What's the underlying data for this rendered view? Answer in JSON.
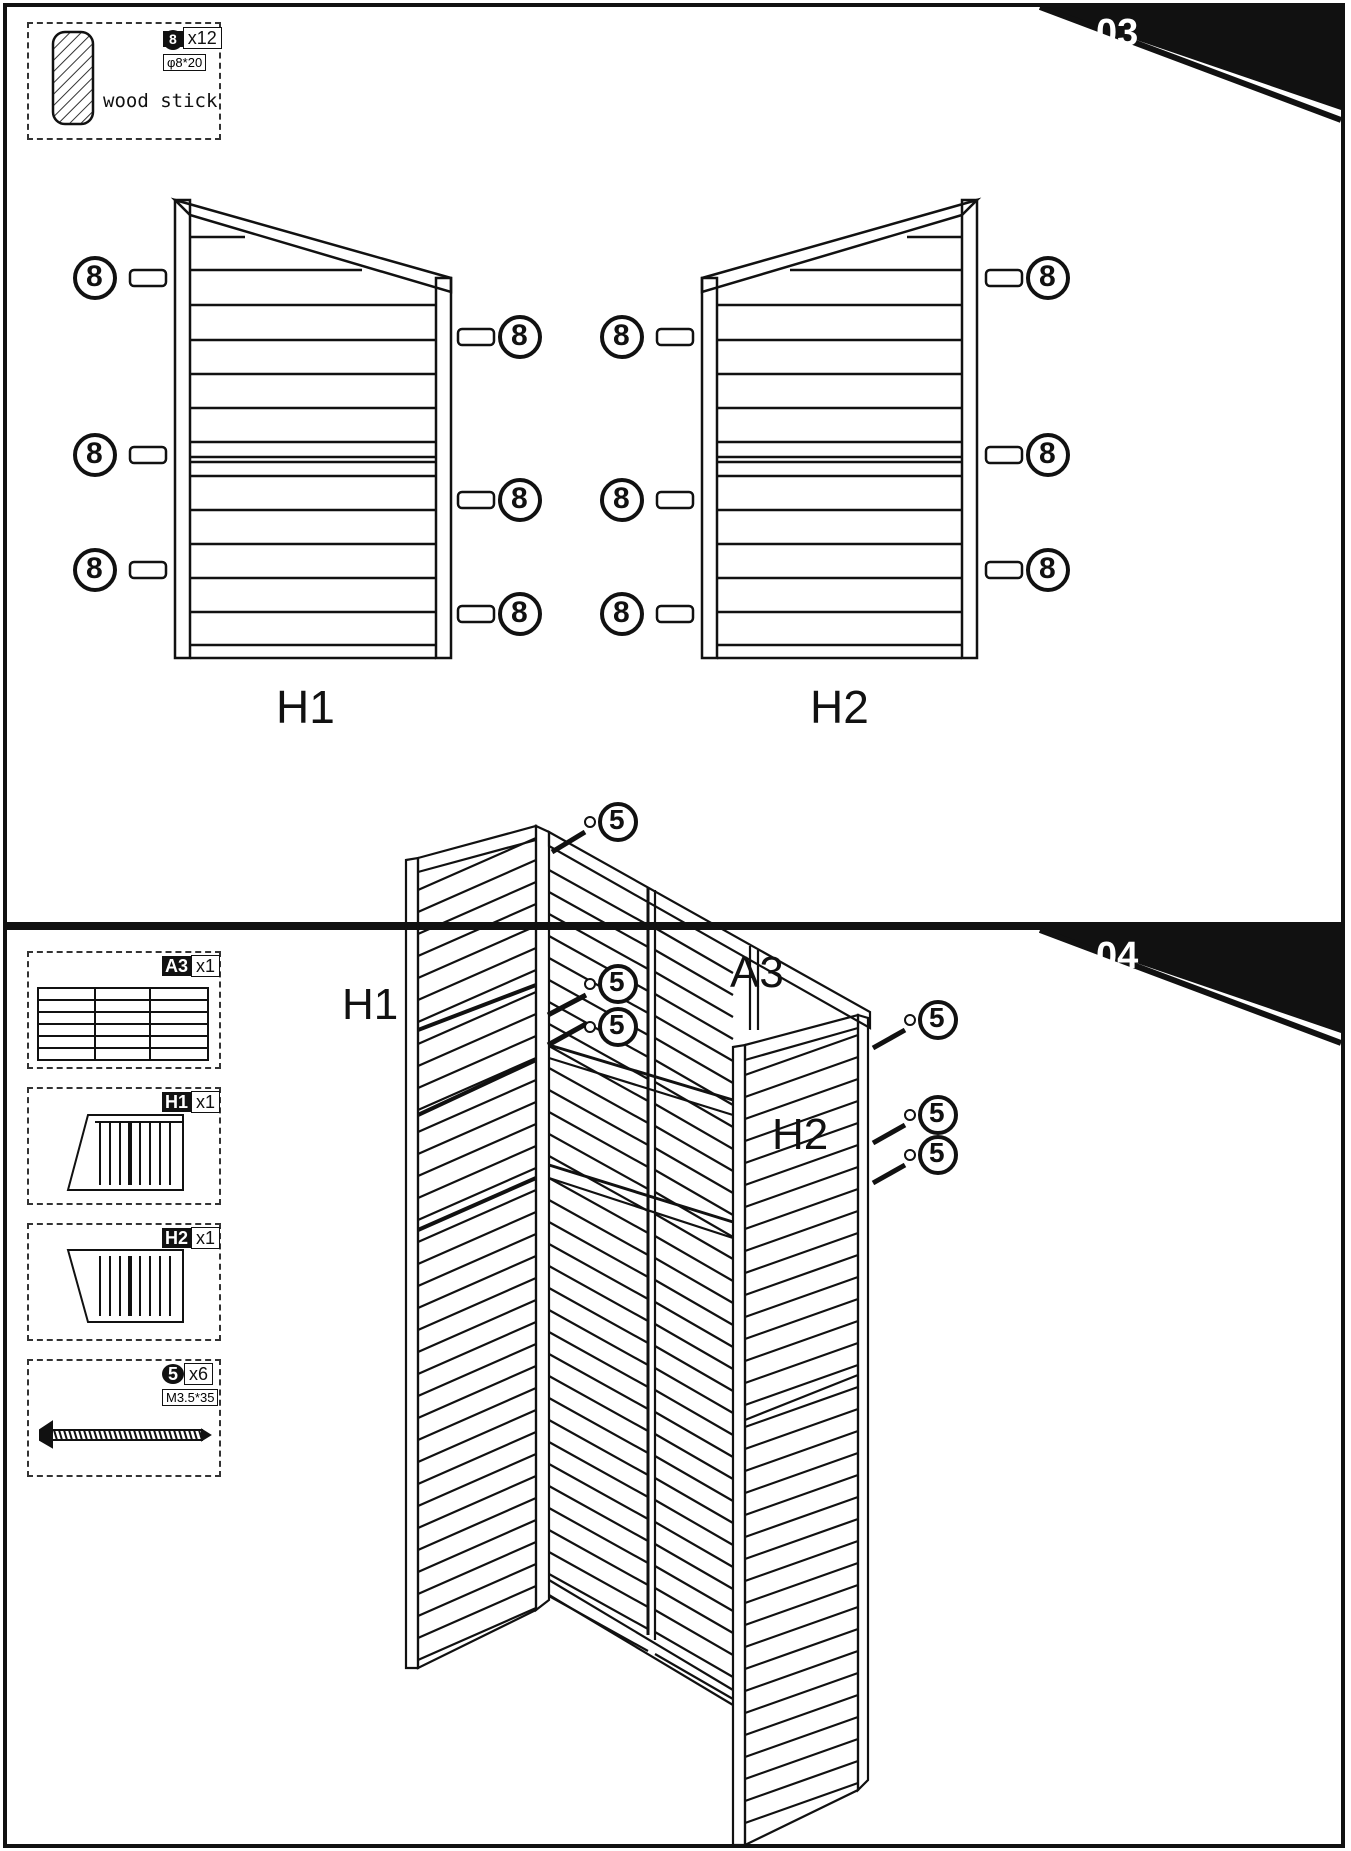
{
  "step3": {
    "number": "03",
    "part": {
      "id": "8",
      "count": "x12",
      "size": "φ8*20",
      "name": "wood stick"
    },
    "callout": "8",
    "panels": [
      "H1",
      "H2"
    ]
  },
  "step4": {
    "number": "04",
    "parts": [
      {
        "id": "A3",
        "count": "x1"
      },
      {
        "id": "H1",
        "count": "x1"
      },
      {
        "id": "H2",
        "count": "x1"
      },
      {
        "id": "5",
        "count": "x6",
        "size": "M3.5*35"
      }
    ],
    "callout": "5",
    "labels": {
      "h1": "H1",
      "h2": "H2",
      "a3": "A3"
    }
  },
  "colors": {
    "line": "#111111",
    "background": "#ffffff"
  }
}
